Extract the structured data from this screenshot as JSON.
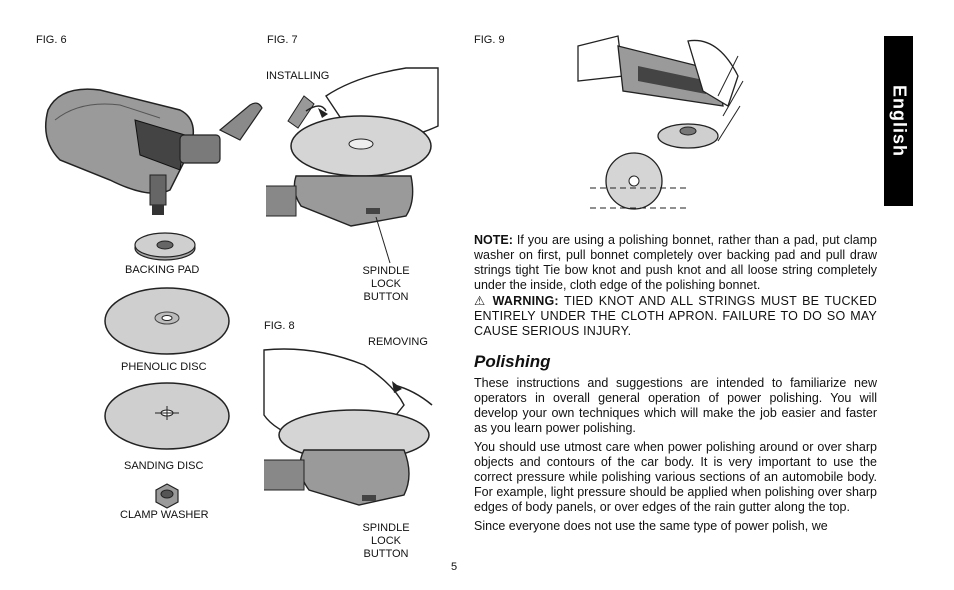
{
  "figures": {
    "fig6": "FIG. 6",
    "fig7": "FIG. 7",
    "fig8": "FIG. 8",
    "fig9": "FIG. 9"
  },
  "labels": {
    "installing": "INSTALLING",
    "removing": "REMOVING",
    "backing_pad": "BACKING PAD",
    "phenolic_disc": "PHENOLIC DISC",
    "sanding_disc": "SANDING DISC",
    "clamp_washer": "CLAMP WASHER",
    "spindle_lock_1": "SPINDLE LOCK",
    "spindle_lock_2": "BUTTON"
  },
  "side_tab": "English",
  "note": {
    "label": "NOTE:",
    "text": " If you are using a polishing bonnet, rather than a pad, put clamp washer on first, pull bonnet completely over backing pad and pull draw strings tight Tie bow knot and push knot and all loose string completely under the inside, cloth edge of the polishing bonnet."
  },
  "warning": {
    "symbol": "⚠",
    "label": "WARNING:",
    "text": " TIED KNOT AND ALL STRINGS MUST BE TUCKED ENTIRELY UNDER THE CLOTH APRON. FAILURE TO DO SO MAY CAUSE SERIOUS INJURY."
  },
  "section_heading": "Polishing",
  "paragraphs": [
    "These instructions and suggestions are intended to familiarize new operators in overall general operation of power polishing. You will develop your own techniques which will make the job easier and faster as you learn power polishing.",
    "You should use utmost care when power polishing around or over sharp objects and contours of the car body. It is very important to use the correct pressure while polishing various sections of an automobile body. For example, light pressure should be applied when polishing over sharp edges of body panels, or over edges of the rain gutter along the top.",
    "Since everyone does not use the same type of power polish, we"
  ],
  "page_number": "5"
}
